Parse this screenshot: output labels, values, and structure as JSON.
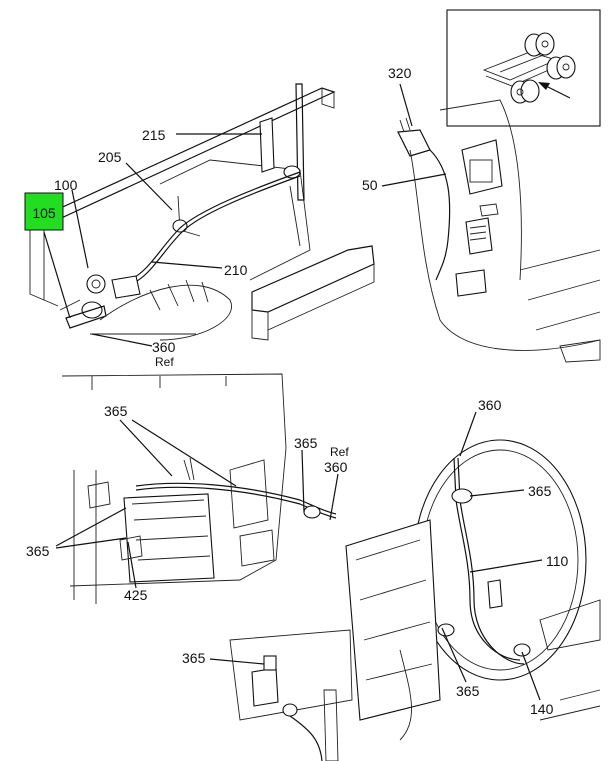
{
  "colors": {
    "highlight": "#22dd22",
    "line": "#111111",
    "background": "#ffffff"
  },
  "callouts": {
    "c105": "105",
    "c100": "100",
    "c205": "205",
    "c215": "215",
    "c210": "210",
    "c360_top": "360",
    "ref_top": "Ref",
    "c320": "320",
    "c50": "50",
    "c365_a": "365",
    "c365_b": "365",
    "c365_c": "365",
    "ref_mid": "Ref",
    "c360_mid": "360",
    "c425": "425",
    "c360_right": "360",
    "c365_right": "365",
    "c110": "110",
    "c365_bl": "365",
    "c365_br": "365",
    "c140": "140"
  }
}
